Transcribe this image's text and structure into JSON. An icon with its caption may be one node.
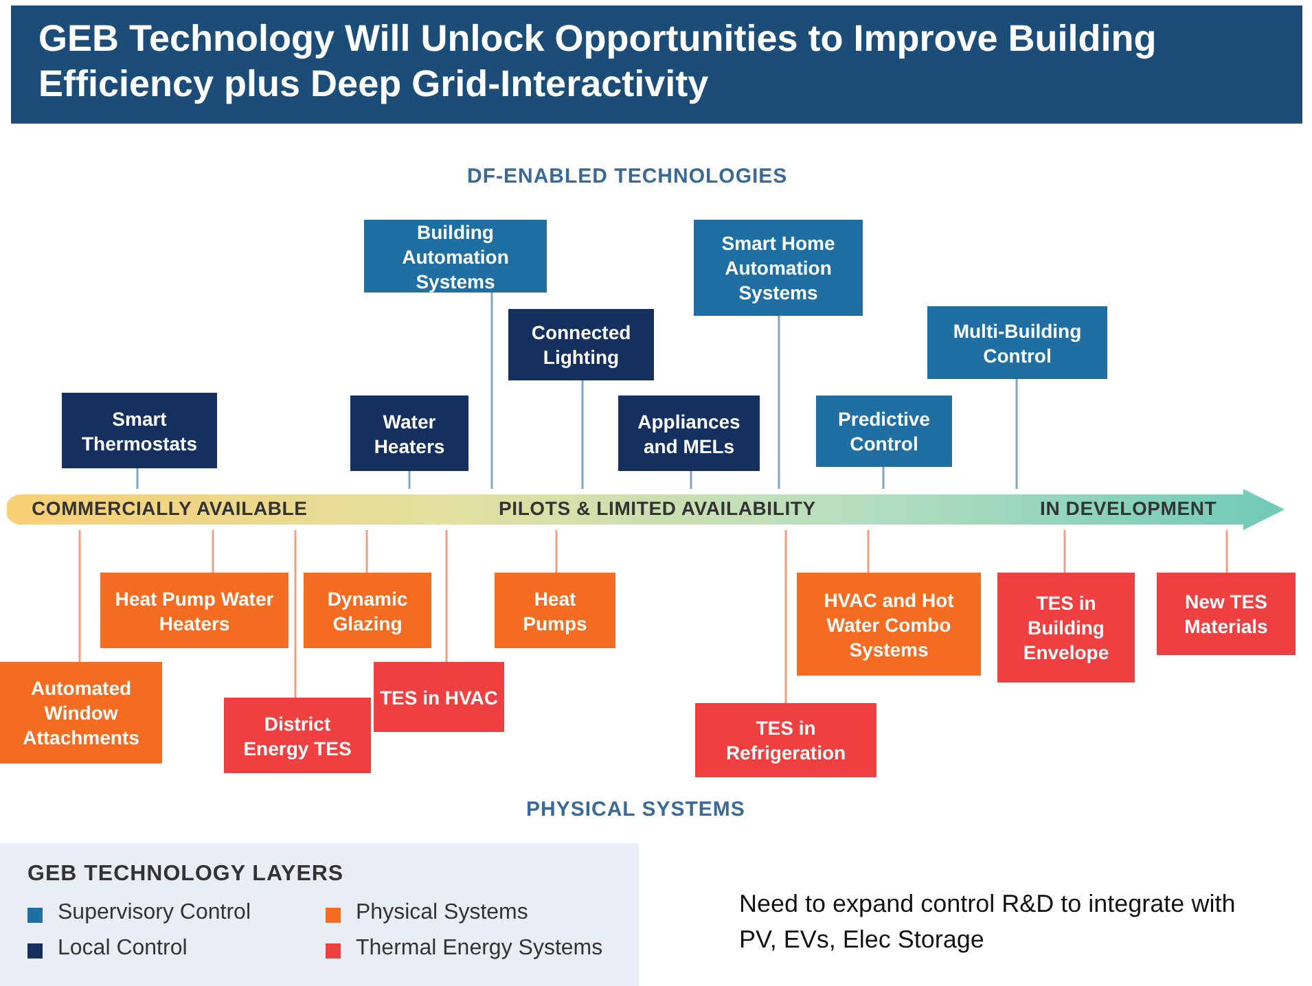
{
  "diagram": {
    "title": "GEB Technology Will Unlock Opportunities to Improve Building Efficiency plus Deep Grid-Interactivity",
    "nodes": [
      {
        "text": [
          "COMMERCIALLY AVAILABLE",
          "PILOTS & LIMITED AVAILABILITY",
          "IN DEVELOPMENT"
        ]
      },
      {
        "text": [
          "Building Automation Systems"
        ]
      },
      {
        "text": [
          "Smart Home Automation Systems"
        ]
      },
      {
        "text": [
          "Connected Lighting"
        ]
      },
      {
        "text": [
          "Multi-Building Control"
        ]
      },
      {
        "text": [
          "Smart Thermostats"
        ]
      },
      {
        "text": [
          "Water Heaters"
        ]
      },
      {
        "text": [
          "Appliances and MELs"
        ]
      },
      {
        "text": [
          "Predictive Control"
        ]
      },
      {
        "text": [
          "Heat Pump Water Heaters"
        ]
      },
      {
        "text": [
          "Dynamic Glazing"
        ]
      },
      {
        "text": [
          "Heat Pumps"
        ]
      },
      {
        "text": [
          "HVAC and Hot Water Combo Systems"
        ]
      },
      {
        "text": [
          "TES in Building Envelope"
        ]
      },
      {
        "text": [
          "New TES Materials"
        ]
      },
      {
        "text": [
          "Automated Window Attachments"
        ]
      },
      {
        "text": [
          "TES in HVAC"
        ]
      },
      {
        "text": [
          "District Energy TES"
        ]
      },
      {
        "text": [
          "TES in Refrigeration"
        ]
      }
    ],
    "edges": [
      {
        "from": 1,
        "to": 0,
        "arrow": "none",
        "color": "#7fa6c4"
      },
      {
        "from": 2,
        "to": 0,
        "arrow": "none",
        "color": "#7fa6c4"
      },
      {
        "from": 3,
        "to": 0,
        "arrow": "none",
        "color": "#7fa6c4"
      },
      {
        "from": 4,
        "to": 0,
        "arrow": "none",
        "color": "#7fa6c4"
      },
      {
        "from": 5,
        "to": 0,
        "arrow": "none",
        "color": "#7fa6c4"
      },
      {
        "from": 6,
        "to": 0,
        "arrow": "none",
        "color": "#7fa6c4"
      },
      {
        "from": 7,
        "to": 0,
        "arrow": "none",
        "color": "#7fa6c4"
      },
      {
        "from": 8,
        "to": 0,
        "arrow": "none",
        "color": "#7fa6c4"
      },
      {
        "from": 9,
        "to": 0,
        "arrow": "none"
      },
      {
        "from": 10,
        "to": 0,
        "arrow": "none"
      },
      {
        "from": 11,
        "to": 0,
        "arrow": "none"
      },
      {
        "from": 12,
        "to": 0,
        "arrow": "none"
      },
      {
        "from": 13,
        "to": 0,
        "arrow": "none"
      },
      {
        "from": 14,
        "to": 0,
        "arrow": "none"
      },
      {
        "from": 15,
        "to": 0,
        "arrow": "none"
      },
      {
        "from": 16,
        "to": 0,
        "arrow": "none"
      },
      {
        "from": 17,
        "to": 0,
        "arrow": "none"
      },
      {
        "from": 18,
        "to": 0,
        "arrow": "none"
      }
    ],
    "labels": [
      "DF-ENABLED TECHNOLOGIES",
      "PHYSICAL SYSTEMS",
      "GEB TECHNOLOGY LAYERS",
      "Need to expand control R&D to integrate with PV, EVs, Elec Storage"
    ],
    "legend": [
      {
        "text": "Supervisory Control",
        "color": "#1f6fa3"
      },
      {
        "text": "Local Control",
        "color": "#15305f"
      },
      {
        "text": "Physical Systems",
        "color": "#f36c21"
      },
      {
        "text": "Thermal Energy Systems",
        "color": "#ee4040"
      }
    ]
  }
}
